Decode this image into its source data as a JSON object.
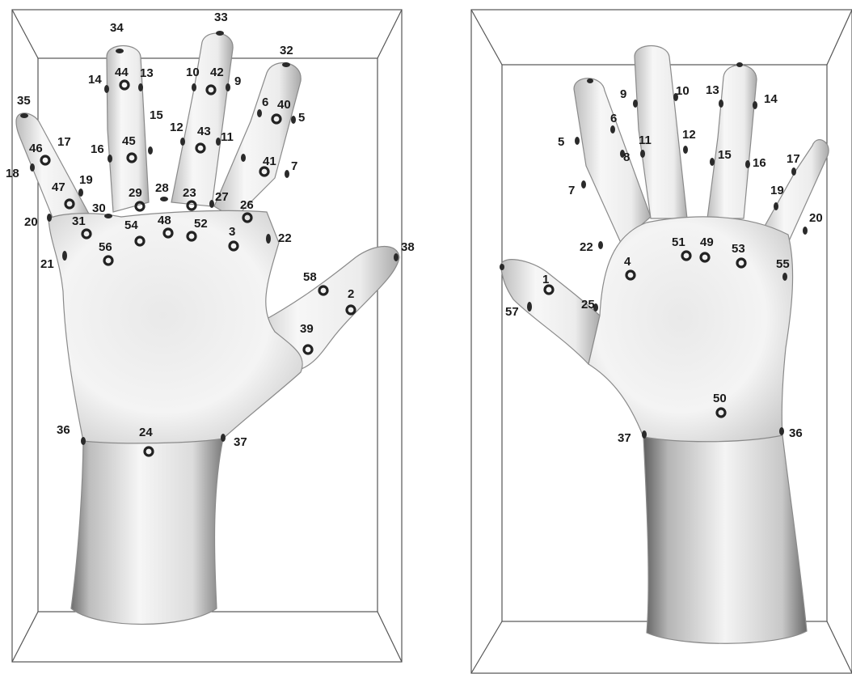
{
  "panels": [
    {
      "name": "palm",
      "labels": [
        "2",
        "3",
        "5",
        "6",
        "7",
        "9",
        "10",
        "11",
        "12",
        "13",
        "14",
        "15",
        "16",
        "17",
        "18",
        "19",
        "20",
        "21",
        "22",
        "23",
        "24",
        "26",
        "27",
        "28",
        "29",
        "30",
        "31",
        "32",
        "33",
        "34",
        "35",
        "36",
        "37",
        "38",
        "39",
        "40",
        "41",
        "42",
        "43",
        "44",
        "45",
        "46",
        "47",
        "48",
        "52",
        "54",
        "56",
        "58"
      ]
    },
    {
      "name": "dorsal",
      "labels": [
        "1",
        "4",
        "5",
        "6",
        "7",
        "8",
        "9",
        "10",
        "11",
        "12",
        "13",
        "14",
        "15",
        "16",
        "17",
        "19",
        "20",
        "22",
        "25",
        "36",
        "37",
        "49",
        "50",
        "51",
        "53",
        "55",
        "57"
      ]
    }
  ],
  "colors": {
    "marker": "#222222",
    "label": "#1a1a1a",
    "frame": "#555555"
  }
}
